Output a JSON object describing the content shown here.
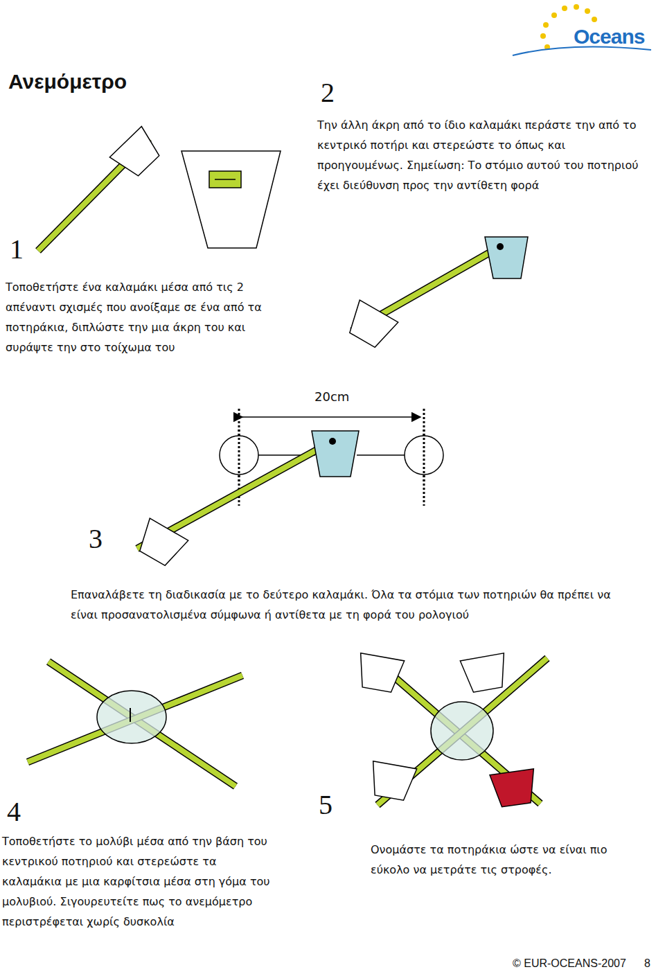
{
  "diagram": {
    "title": "Ανεμόμετρο",
    "labels": [
      "Oceans",
      "2",
      "Την άλλη άκρη από το ίδιο καλαμάκι περάστε την από το κεντρικό ποτήρι και στερεώστε το όπως και προηγουμένως. Σημείωση: Το στόμιο αυτού του ποτηριού έχει διεύθυνση προς την αντίθετη φορά",
      "1",
      "Τοποθετήστε ένα καλαμάκι μέσα από τις 2 απέναντι σχισμές που ανοίξαμε σε ένα από τα ποτηράκια, διπλώστε την μια άκρη του και συράψτε την στο τοίχωμα του",
      "20cm",
      "3",
      "Επαναλάβετε τη διαδικασία με το δεύτερο καλαμάκι. Όλα τα στόμια των ποτηριών θα πρέπει να είναι προσανατολισμένα σύμφωνα ή αντίθετα με τη φορά του ρολογιού",
      "4",
      "Τοποθετήστε το μολύβι μέσα από την βάση του κεντρικού ποτηριού και στερεώστε τα καλαμάκια με μια καρφίτσια μέσα στη γόμα του μολυβιού. Σιγουρευτείτε πως το ανεμόμετρο περιστρέφεται χωρίς δυσκολία",
      "5",
      "Ονομάστε τα ποτηράκια ώστε να είναι πιο εύκολο να μετράτε τις στροφές.",
      "© EUR-OCEANS-2007",
      "8"
    ]
  }
}
